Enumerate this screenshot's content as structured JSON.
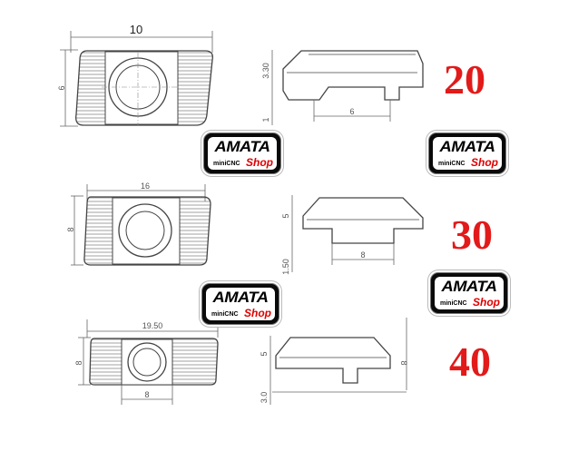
{
  "sizes": [
    "20",
    "30",
    "40"
  ],
  "dimensions": {
    "top": {
      "width": "10",
      "height": "6",
      "side_height": "3.30",
      "side_base": "1",
      "side_width": "6"
    },
    "middle": {
      "width": "16",
      "height": "8",
      "side_height": "5",
      "side_base": "1.50",
      "side_width": "8"
    },
    "bottom": {
      "width": "19.50",
      "height": "8",
      "side_height": "5",
      "side_base": "3.0",
      "side_width": "8",
      "side_right": "8"
    }
  },
  "logo": {
    "main": "AMATA",
    "sub": "miniCNC",
    "shop": "Shop"
  },
  "colors": {
    "label": "#e21a1a",
    "line": "#444444",
    "logo_bg": "#0a0a0a",
    "shop": "#e00000"
  }
}
